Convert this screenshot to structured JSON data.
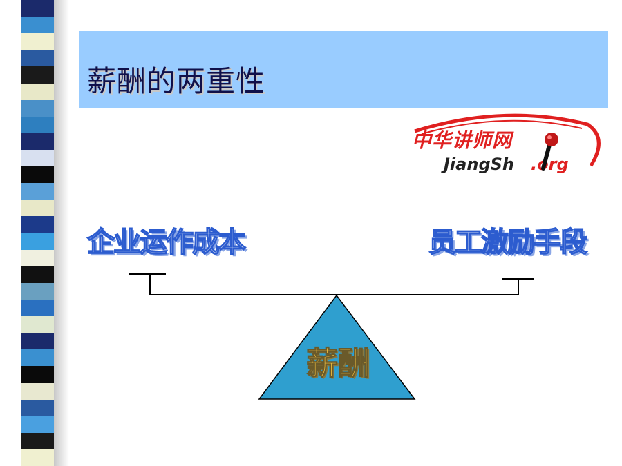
{
  "slide": {
    "title": "薪酬的两重性"
  },
  "logo": {
    "chinese_text": "中华讲师网",
    "english_part1": "JiangSh",
    "english_part2": ".org",
    "brand_color": "#e02020"
  },
  "diagram": {
    "left_label": "企业运作成本",
    "right_label": "员工激励手段",
    "fulcrum_label": "薪酬",
    "fulcrum_color": "#2f9fcf",
    "beam_color": "#000000"
  },
  "colors": {
    "title_band": "#99ccff",
    "title_text": "#10104a",
    "label_text_outline": "#2c5ccf"
  },
  "stripes": [
    "#1b2a6b",
    "#3a8fd0",
    "#f0f0d0",
    "#2a5aa0",
    "#1a1a1a",
    "#e8e8c8",
    "#4a90c8",
    "#2e7fbf",
    "#1b2a6b",
    "#d8e0f0",
    "#0a0a0a",
    "#5aa0d8",
    "#e8e8c8",
    "#1c3a8a",
    "#3aa0e0",
    "#f0f0e0",
    "#111111",
    "#6aa0c0",
    "#2a70c0",
    "#e0e8d0",
    "#1b2a6b",
    "#3a90d0",
    "#0a0a0a",
    "#e8e8d0",
    "#2a5aa0",
    "#4aa0e0",
    "#1a1a1a",
    "#f0f0d0"
  ]
}
